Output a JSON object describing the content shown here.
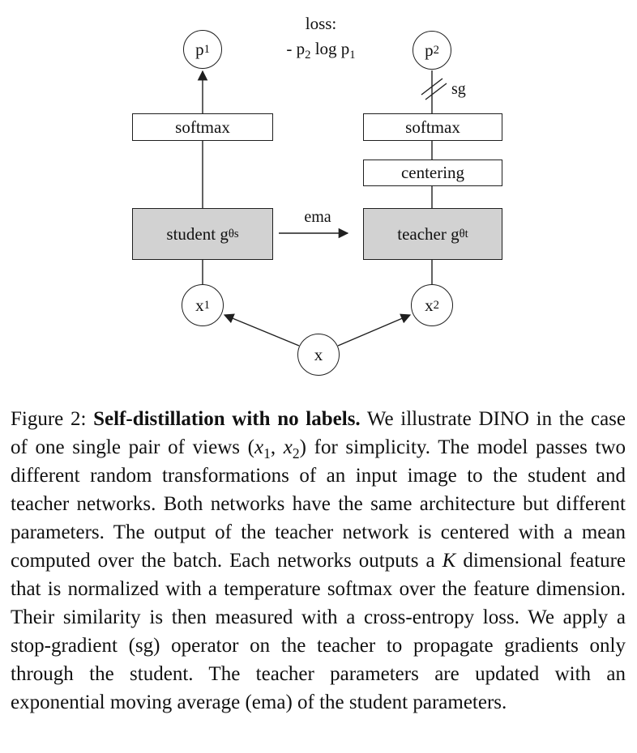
{
  "colors": {
    "line": "#1f1f1f",
    "network_box_fill": "#d2d2d2",
    "box_fill": "#ffffff",
    "text": "#111111",
    "background": "#ffffff"
  },
  "diagram": {
    "loss_label": {
      "title": "loss:",
      "formula": [
        {
          "text": "- p"
        },
        {
          "text": "2",
          "style": "sub"
        },
        {
          "text": " log p"
        },
        {
          "text": "1",
          "style": "sub"
        }
      ]
    },
    "sg_label": "sg",
    "ema_label": "ema",
    "nodes": {
      "p1": [
        {
          "text": "p"
        },
        {
          "text": "1",
          "style": "sub"
        }
      ],
      "p2": [
        {
          "text": "p"
        },
        {
          "text": "2",
          "style": "sub"
        }
      ],
      "x1": [
        {
          "text": "x"
        },
        {
          "text": "1",
          "style": "sub"
        }
      ],
      "x2": [
        {
          "text": "x"
        },
        {
          "text": "2",
          "style": "sub"
        }
      ],
      "x": [
        {
          "text": "x"
        }
      ]
    },
    "boxes": {
      "softmax_left": [
        {
          "text": "softmax"
        }
      ],
      "softmax_right": [
        {
          "text": "softmax"
        }
      ],
      "centering": [
        {
          "text": "centering"
        }
      ],
      "student": [
        {
          "text": "student g"
        },
        {
          "text": "θs",
          "style": "sub"
        }
      ],
      "teacher": [
        {
          "text": "teacher g"
        },
        {
          "text": "θt",
          "style": "sub"
        }
      ]
    }
  },
  "caption": {
    "segments": [
      {
        "text": "Figure 2: "
      },
      {
        "text": "Self-distillation with no labels.",
        "style": "bold"
      },
      {
        "text": " We illustrate DINO in the case of one single pair of views ("
      },
      {
        "text": "x",
        "style": "italic"
      },
      {
        "text": "1",
        "style": "sub"
      },
      {
        "text": ", "
      },
      {
        "text": "x",
        "style": "italic"
      },
      {
        "text": "2",
        "style": "sub"
      },
      {
        "text": ") for simplicity. The model passes two different random transformations of an input image to the student and teacher networks. Both networks have the same architecture but different parameters. The output of the teacher network is centered with a mean computed over the batch. Each networks outputs a "
      },
      {
        "text": "K",
        "style": "italic"
      },
      {
        "text": " dimensional feature that is normalized with a temperature softmax over the feature dimension. Their similarity is then measured with a cross-entropy loss. We apply a stop-gradient (sg) operator on the teacher to propagate gradients only through the student. The teacher parameters are updated with an exponential moving average (ema) of the student parameters."
      }
    ]
  }
}
